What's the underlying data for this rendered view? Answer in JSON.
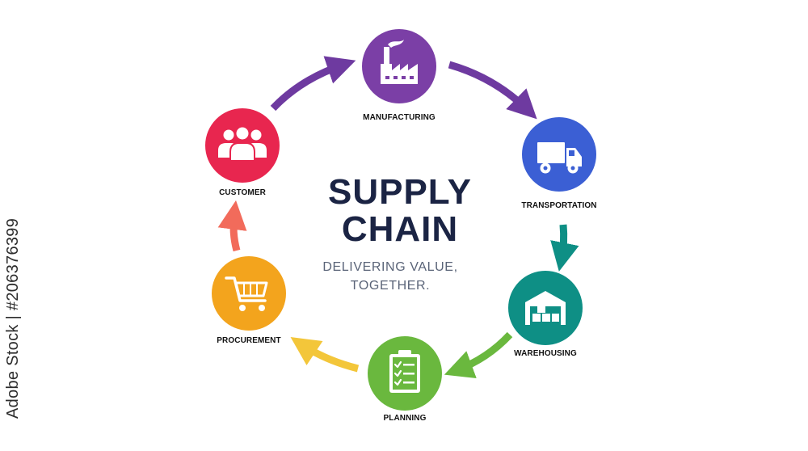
{
  "title": {
    "line1": "SUPPLY",
    "line2": "CHAIN"
  },
  "subtitle": {
    "line1": "DELIVERING VALUE,",
    "line2": "TOGETHER."
  },
  "stages": [
    {
      "id": "manufacturing",
      "label": "MANUFACTURING",
      "icon": "factory-icon",
      "color": "#7b3fa6"
    },
    {
      "id": "transportation",
      "label": "TRANSPORTATION",
      "icon": "truck-icon",
      "color": "#3b5fd4"
    },
    {
      "id": "warehousing",
      "label": "WAREHOUSING",
      "icon": "warehouse-icon",
      "color": "#0e8f85"
    },
    {
      "id": "planning",
      "label": "PLANNING",
      "icon": "clipboard-checklist-icon",
      "color": "#6ab83e"
    },
    {
      "id": "procurement",
      "label": "PROCUREMENT",
      "icon": "shopping-cart-icon",
      "color": "#f3a41d"
    },
    {
      "id": "customer",
      "label": "CUSTOMER",
      "icon": "people-group-icon",
      "color": "#e8264f"
    }
  ],
  "arrows": [
    {
      "from": "customer",
      "to": "manufacturing",
      "color": "#6e3aa0"
    },
    {
      "from": "manufacturing",
      "to": "transportation",
      "color": "#6e3aa0"
    },
    {
      "from": "transportation",
      "to": "warehousing",
      "color": "#0e8f85"
    },
    {
      "from": "warehousing",
      "to": "planning",
      "color": "#6ab83e"
    },
    {
      "from": "planning",
      "to": "procurement",
      "color": "#f3c63a"
    },
    {
      "from": "procurement",
      "to": "customer",
      "color": "#f26b5b"
    }
  ],
  "watermark": {
    "text": "Adobe Stock | #206376399"
  }
}
